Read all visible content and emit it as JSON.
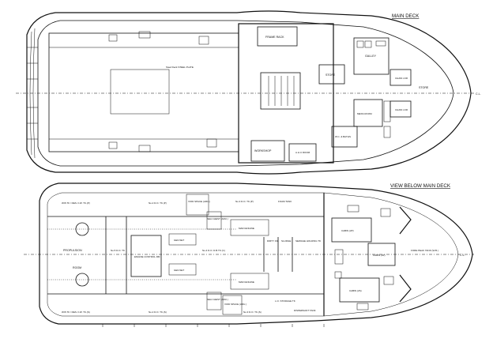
{
  "titles": {
    "main_deck": "MAIN DECK",
    "below_deck": "VIEW BELOW MAIN DECK"
  },
  "main_deck_rooms": {
    "frame_rack": "FRAME RACK",
    "galley": "GALLEY",
    "store_1": "STORE",
    "store_2": "STORE",
    "chain_lkr_1": "CHAIN LKR",
    "chain_lkr_2": "CHAIN LKR",
    "mess_room": "MESS ROOM",
    "wc_bath": "W.C. & BATHS",
    "workshop": "WORKSHOP",
    "ahu_room": "A.H.U ROOM",
    "deck_plate": "Steel Deck STEEL PLATE",
    "cl": "C.L."
  },
  "below_deck_rooms": {
    "wb_tk_p": "W.B.TK / RES. F.W. TK.(P)",
    "wb_tk_s": "W.B.TK / RES. F.W. TK.(S)",
    "dotk2_p": "No.2 D.O. TK.(P)",
    "dotk2_s": "No.2 D.O. TK.(S)",
    "void_space_p": "VOID SPACE (ARU.)",
    "void_space_s": "VOID SPACE (ARU.)",
    "dotk3_p": "No.3 D.O. TK.(P)",
    "dotk3_s": "No.3 D.O. TK.(S)",
    "foam_tank": "FOAM TANK",
    "dispersant_tank": "DISPERSANT TANK",
    "propulsion": "PROPULSION",
    "room": "ROOM",
    "do_tk5": "No.5 D.O. TK",
    "engine_control": "ENGINE CONTROL RM",
    "gen_set_1": "GEN.SET",
    "gen_set_2": "GEN.SET",
    "main_engine_1": "MAIN ENGINE",
    "main_engine_2": "MAIN ENGINE",
    "dotk4": "No.4 D.O. D.B.TK (C)",
    "dirty_oil": "DIRTY OIL",
    "sludge": "SLUDGE",
    "sewage": "SEWAGE HOLDING TK",
    "lo_storage": "L.O. STORAGE TK",
    "sea_chest_p": "SEA CHEST (ARU.)",
    "sea_chest_s": "SEA CHEST (ARU.)",
    "cabin_2p": "CABIN (2P)",
    "cabin_3p": "CABIN (3P)",
    "cabin_2s": "CABIN (2S)",
    "fore_peak": "FORE PEAK TANK (W.B.)",
    "cl": "C.L."
  },
  "colors": {
    "line": "#111111",
    "background": "#ffffff"
  }
}
